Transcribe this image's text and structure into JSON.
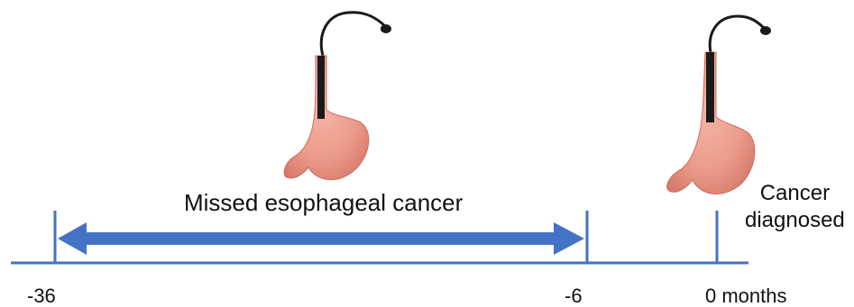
{
  "timeline": {
    "span_label": "Missed esophageal cancer",
    "event_label_line1": "Cancer",
    "event_label_line2": "diagnosed",
    "ticks": [
      {
        "key": "m36",
        "label": "-36"
      },
      {
        "key": "m6",
        "label": "-6"
      },
      {
        "key": "m0",
        "label": "0 months"
      }
    ]
  },
  "colors": {
    "axis": "#4472c4",
    "arrow": "#4472c4",
    "stomach": "#f0a090",
    "stomach_shade": "#d97b6c",
    "endoscope": "#1a1a1a"
  }
}
